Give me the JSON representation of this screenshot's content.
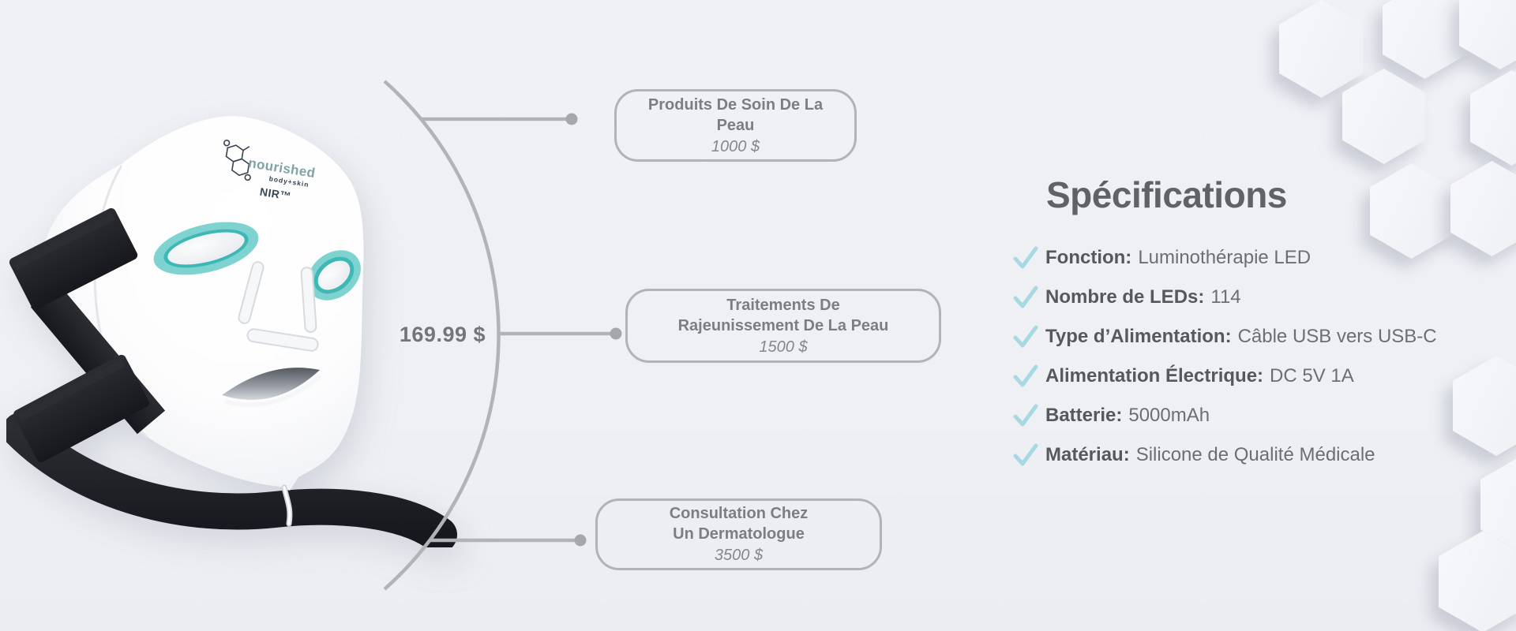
{
  "product": {
    "brand": "nourished",
    "brand_sub": "body+skin",
    "brand_model": "NIR™",
    "price": "169.99 $"
  },
  "comparisons": [
    {
      "title": "Produits De Soin De La Peau",
      "price": "1000 $"
    },
    {
      "title": "Traitements De\nRajeunissement De La Peau",
      "price": "1500 $"
    },
    {
      "title": "Consultation Chez\nUn Dermatologue",
      "price": "3500 $"
    }
  ],
  "specifications": {
    "title": "Spécifications",
    "items": [
      {
        "label": "Fonction:",
        "value": "Luminothérapie LED"
      },
      {
        "label": "Nombre de LEDs:",
        "value": "114"
      },
      {
        "label": "Type d’Alimentation:",
        "value": "Câble USB vers USB-C"
      },
      {
        "label": "Alimentation Électrique:",
        "value": "DC 5V 1A"
      },
      {
        "label": "Batterie:",
        "value": "5000mAh"
      },
      {
        "label": "Matériau:",
        "value": "Silicone de Qualité Médicale"
      }
    ]
  },
  "colors": {
    "accent_teal": "#7ed3d1",
    "accent_teal_dark": "#3eb8b5",
    "check_teal": "#a6d9e2",
    "strap_black": "#212329",
    "line_gray": "#b1b3b7"
  }
}
